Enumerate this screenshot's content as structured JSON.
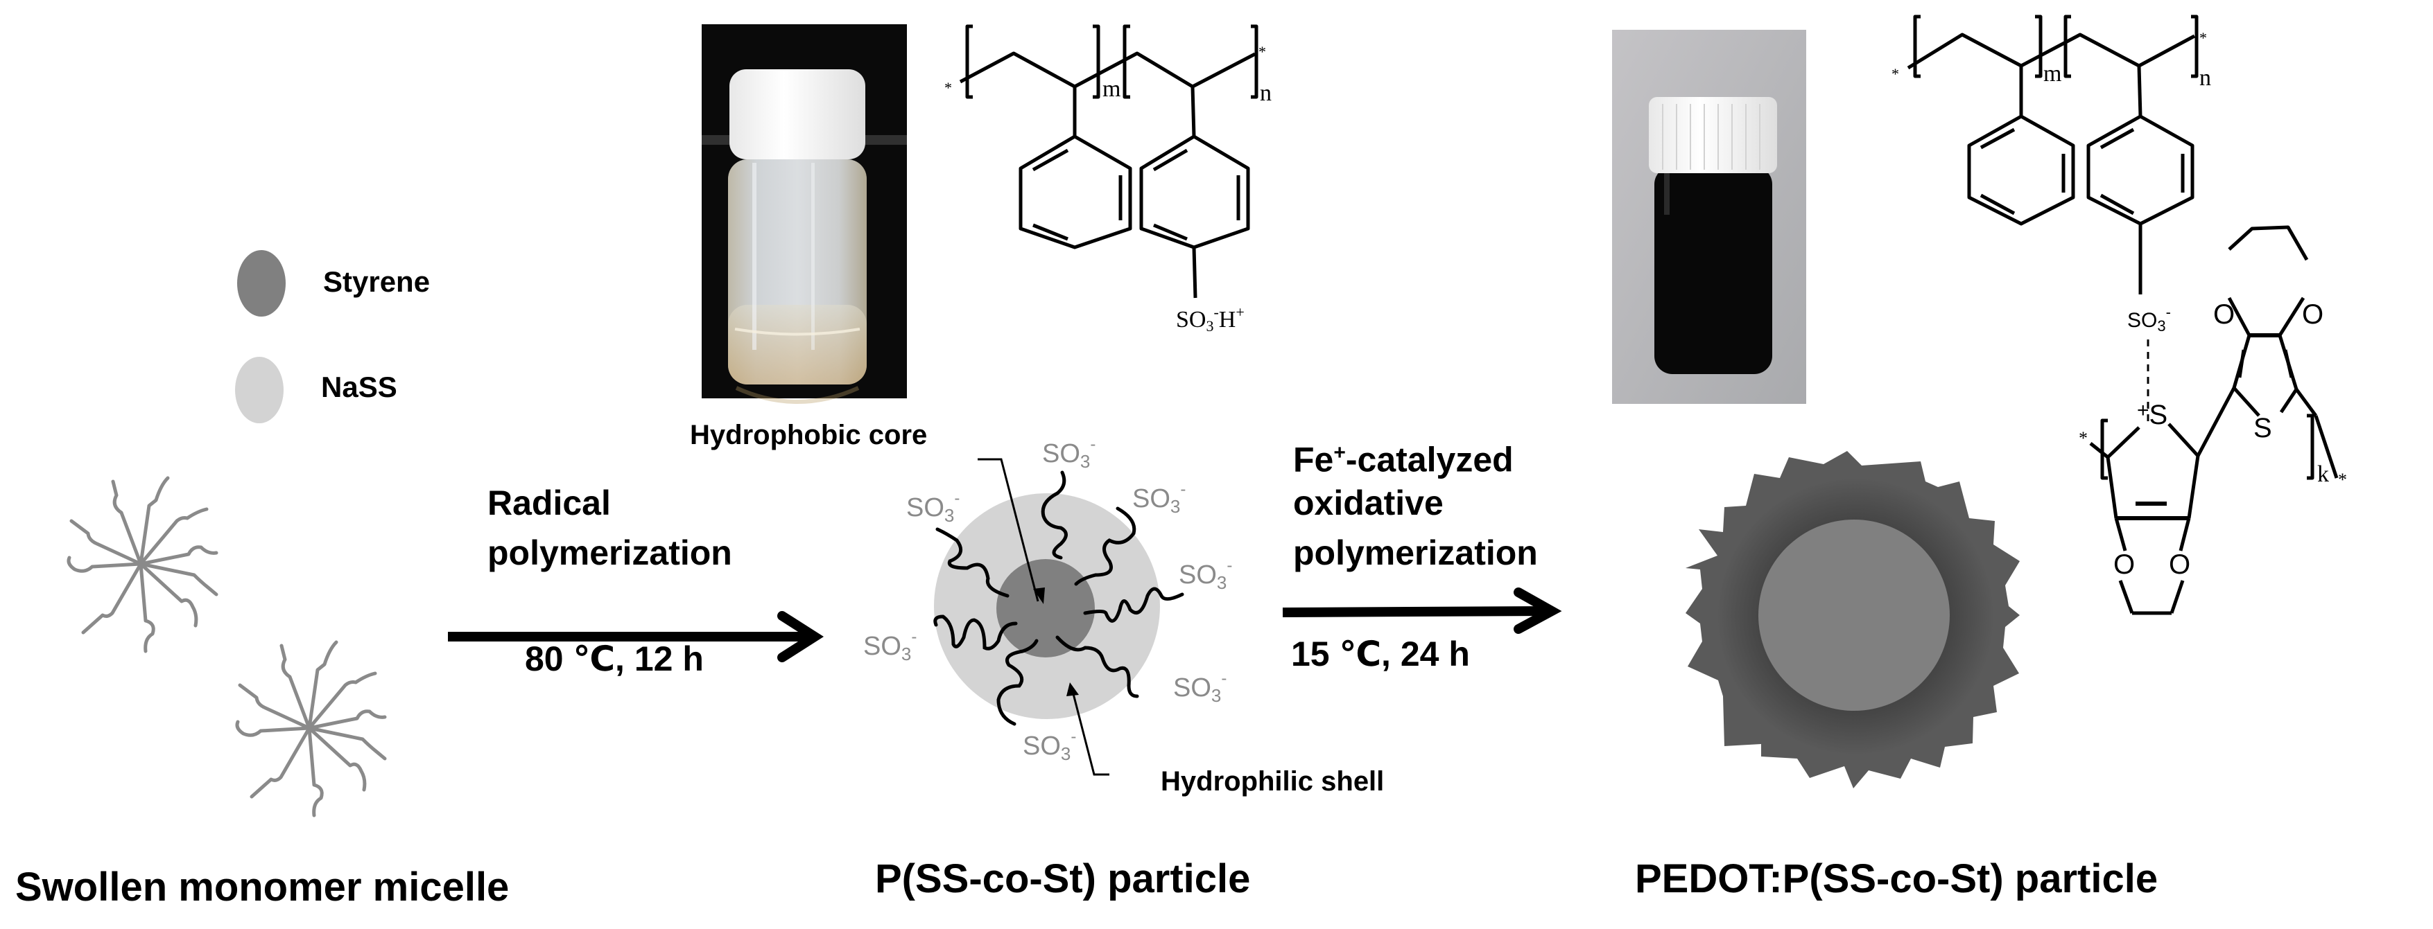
{
  "legend": {
    "items": [
      {
        "label": "Styrene",
        "color": "#808080"
      },
      {
        "label": "NaSS",
        "color": "#d3d3d3"
      }
    ]
  },
  "steps": [
    {
      "caption": "Swollen monomer micelle"
    },
    {
      "caption": "P(SS-co-St) particle",
      "annotations": {
        "core": "Hydrophobic core",
        "shell": "Hydrophilic shell"
      },
      "group_label": "SO",
      "group_sub": "3",
      "group_sup": "-"
    },
    {
      "caption": "PEDOT:P(SS-co-St) particle"
    }
  ],
  "reactions": [
    {
      "line1": "Radical",
      "line2": "polymerization",
      "condition": "80 ℃, 12 h"
    },
    {
      "line1_prefix": "Fe",
      "line1_sup": "+",
      "line1_suffix": "-catalyzed",
      "line2": "oxidative",
      "line3": "polymerization",
      "condition": "15 ℃, 24 h"
    }
  ],
  "structures": {
    "pss_st": {
      "star": "*",
      "m": "m",
      "n": "n",
      "so3": "SO",
      "so3_sub": "3",
      "so3_sup": "-",
      "h": "H",
      "h_sup": "+"
    },
    "pedot": {
      "star": "*",
      "m": "m",
      "n": "n",
      "k": "k",
      "so3": "SO",
      "so3_sub": "3",
      "so3_sup": "-",
      "s_plus": "+",
      "s": "S",
      "o": "O"
    }
  },
  "photos": [
    {
      "name": "p-ss-co-st-dispersion",
      "liquid": "translucent",
      "background": "#0b0b0b"
    },
    {
      "name": "pedot-dispersion",
      "liquid": "black",
      "background": "#b9b9bb"
    }
  ],
  "colors": {
    "ink": "#000000",
    "micelle_arm": "#8a8a8a",
    "shell": "#d4d4d4",
    "core": "#808080",
    "pedot_shell": "#5a5a5a",
    "pedot_shadow": "#3e3e3e",
    "pedot_core": "#808080",
    "so3_text": "#8a8a8a"
  }
}
